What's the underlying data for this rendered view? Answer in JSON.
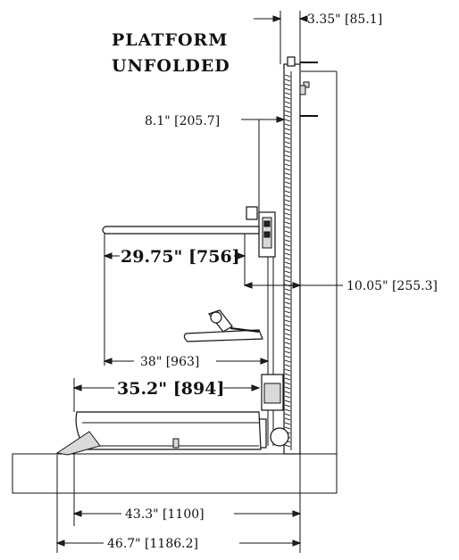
{
  "title": {
    "line1": "PLATFORM",
    "line2": "UNFOLDED"
  },
  "dimensions": {
    "mast_width": "3.35\" [85.1]",
    "upper_offset": "8.1\" [205.7]",
    "rail_reach": "29.75\" [756]",
    "carriage_depth": "10.05\" [255.3]",
    "lower_reach": "38\" [963]",
    "platform_length": "35.2\" [894]",
    "base_length": "43.3\" [1100]",
    "overall_length": "46.7\" [1186.2]"
  }
}
